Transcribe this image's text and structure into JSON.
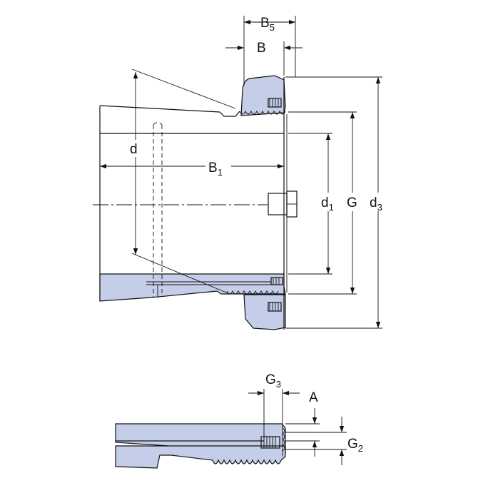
{
  "labels": {
    "B5_main": "B",
    "B5_sub": "5",
    "B": "B",
    "d": "d",
    "B1_main": "B",
    "B1_sub": "1",
    "d1_main": "d",
    "d1_sub": "1",
    "G": "G",
    "d3_main": "d",
    "d3_sub": "3",
    "G3_main": "G",
    "G3_sub": "3",
    "A": "A",
    "G2_main": "G",
    "G2_sub": "2"
  },
  "colors": {
    "section_fill": "#c5cee8",
    "line": "#111111"
  }
}
